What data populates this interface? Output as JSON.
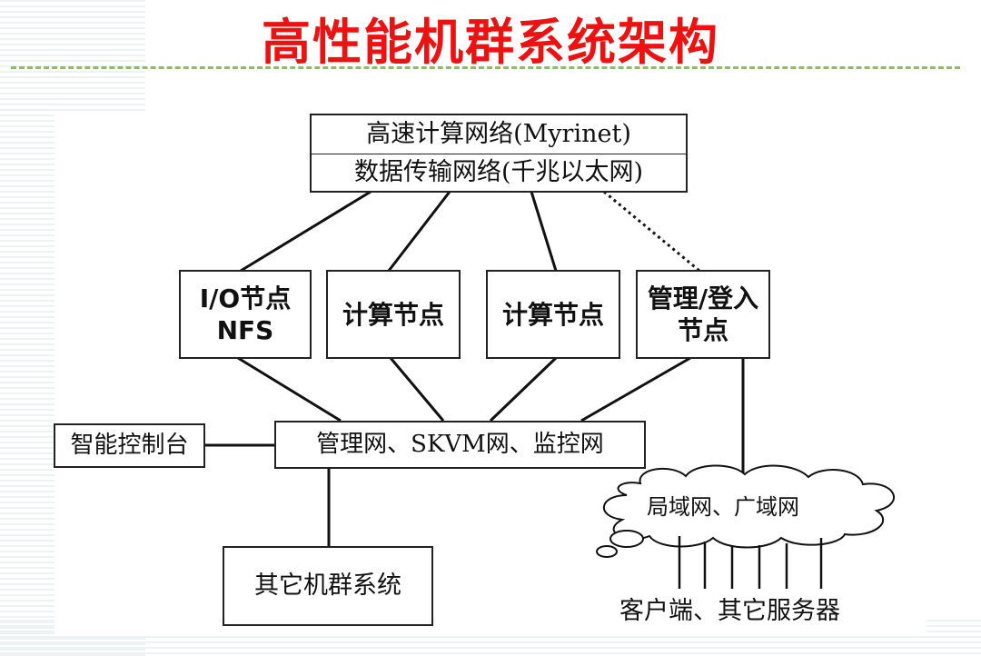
{
  "title": "高性能机群系统架构",
  "network_box": {
    "top": "高速计算网络(Myrinet)",
    "bottom": "数据传输网络(千兆以太网)"
  },
  "nodes": {
    "io": {
      "line1": "I/O节点",
      "line2": "NFS"
    },
    "compute1": {
      "label": "计算节点"
    },
    "compute2": {
      "label": "计算节点"
    },
    "mgmt": {
      "line1": "管理/登入",
      "line2": "节点"
    }
  },
  "mgmt_network": "管理网、SKVM网、监控网",
  "console": "智能控制台",
  "other_cluster": "其它机群系统",
  "cloud": "局域网、广域网",
  "clients": "客户端、其它服务器"
}
